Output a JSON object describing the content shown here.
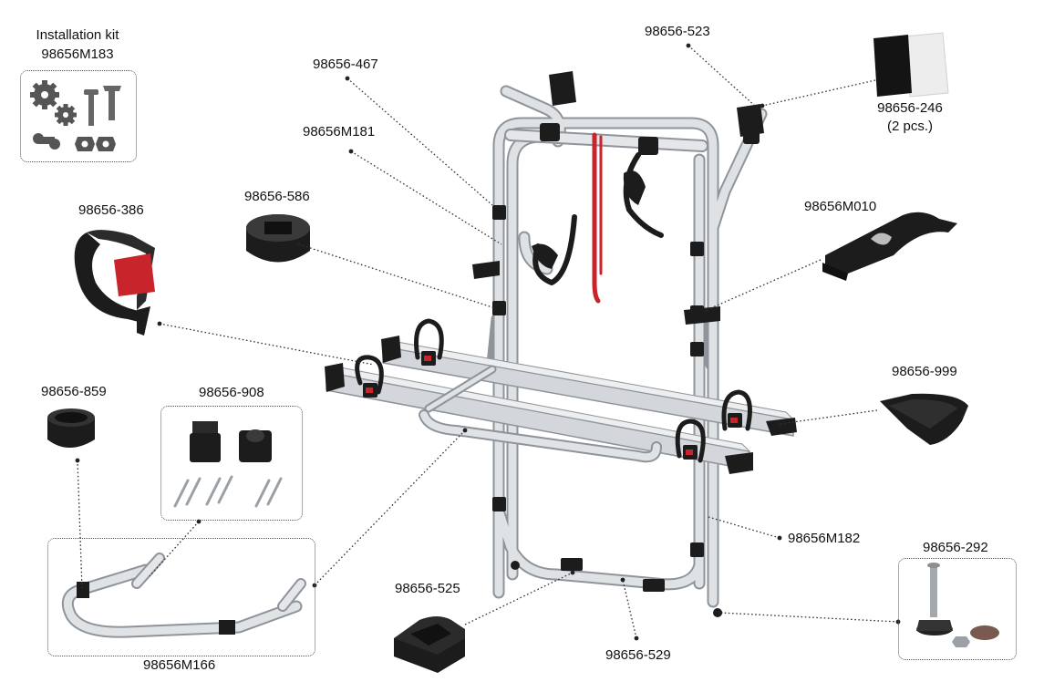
{
  "labels": {
    "installation_kit_title": "Installation kit",
    "installation_kit_code": "98656M183",
    "p467": "98656-467",
    "p523": "98656-523",
    "p246": "98656-246",
    "p246_qty": "(2 pcs.)",
    "pM181": "98656M181",
    "p586": "98656-586",
    "p386": "98656-386",
    "pM010": "98656M010",
    "p999": "98656-999",
    "p859": "98656-859",
    "p908": "98656-908",
    "pM182": "98656M182",
    "p292": "98656-292",
    "p525": "98656-525",
    "p529": "98656-529",
    "pM166": "98656M166"
  },
  "colors": {
    "frame_fill": "#cfd3d7",
    "frame_stroke": "#8e949a",
    "part_black": "#1c1c1c",
    "strap_red": "#c8242b",
    "leader": "#333333"
  }
}
